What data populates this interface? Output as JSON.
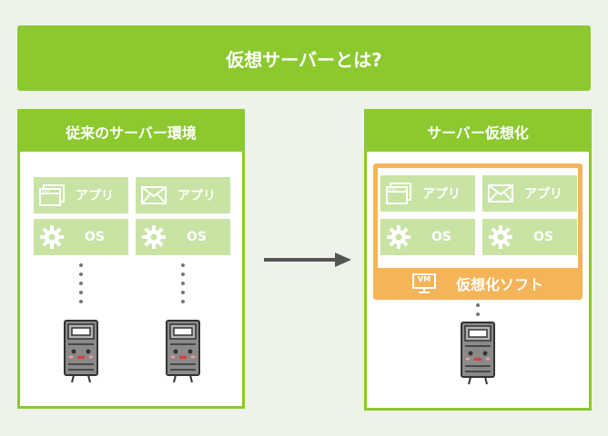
{
  "title": "仮想サーバーとは?",
  "left_panel": {
    "heading": "従来のサーバー環境",
    "app_label": "アプリ",
    "os_label": "OS"
  },
  "right_panel": {
    "heading": "サーバー仮想化",
    "app_label": "アプリ",
    "os_label": "OS",
    "vm_badge": "VM",
    "vm_software_label": "仮想化ソフト"
  },
  "colors": {
    "green": "#8bc92f",
    "light_green": "#c8e3a4",
    "orange": "#f4b457",
    "arrow": "#555555"
  }
}
